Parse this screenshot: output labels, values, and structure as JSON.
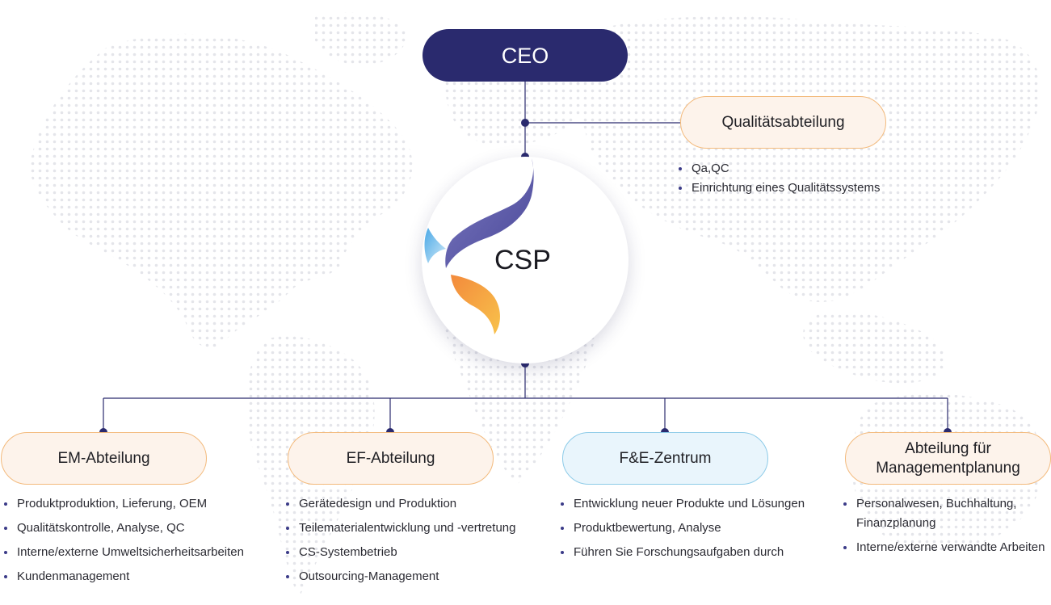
{
  "nodes": {
    "ceo": "CEO",
    "center": "CSP",
    "quality": "Qualitätsabteilung",
    "em": "EM-Abteilung",
    "ef": "EF-Abteilung",
    "fe": "F&E-Zentrum",
    "mgmt": "Abteilung für Managementplanung"
  },
  "lists": {
    "quality": [
      "Qa,QC",
      "Einrichtung eines Qualitätssystems"
    ],
    "em": [
      "Produktproduktion, Lieferung, OEM",
      "Qualitätskontrolle, Analyse, QC",
      "Interne/externe Umweltsicherheitsarbeiten",
      "Kundenmanagement"
    ],
    "ef": [
      "Gerätedesign und Produktion",
      "Teilematerialentwicklung und -vertretung",
      "CS-Systembetrieb",
      "Outsourcing-Management"
    ],
    "fe": [
      "Entwicklung neuer Produkte und Lösungen",
      "Produktbewertung, Analyse",
      "Führen Sie Forschungsaufgaben durch"
    ],
    "mgmt": [
      "Personalwesen, Buchhaltung, Finanzplanung",
      "Interne/externe verwandte Arbeiten"
    ]
  },
  "colors": {
    "ceo_fill": "#2a2a6e",
    "connector": "#2a2a6e",
    "orange_border": "#f3ba7c",
    "orange_fill": "#fdf3eb",
    "blue_border": "#8dcbe8",
    "blue_fill": "#e9f5fc"
  }
}
